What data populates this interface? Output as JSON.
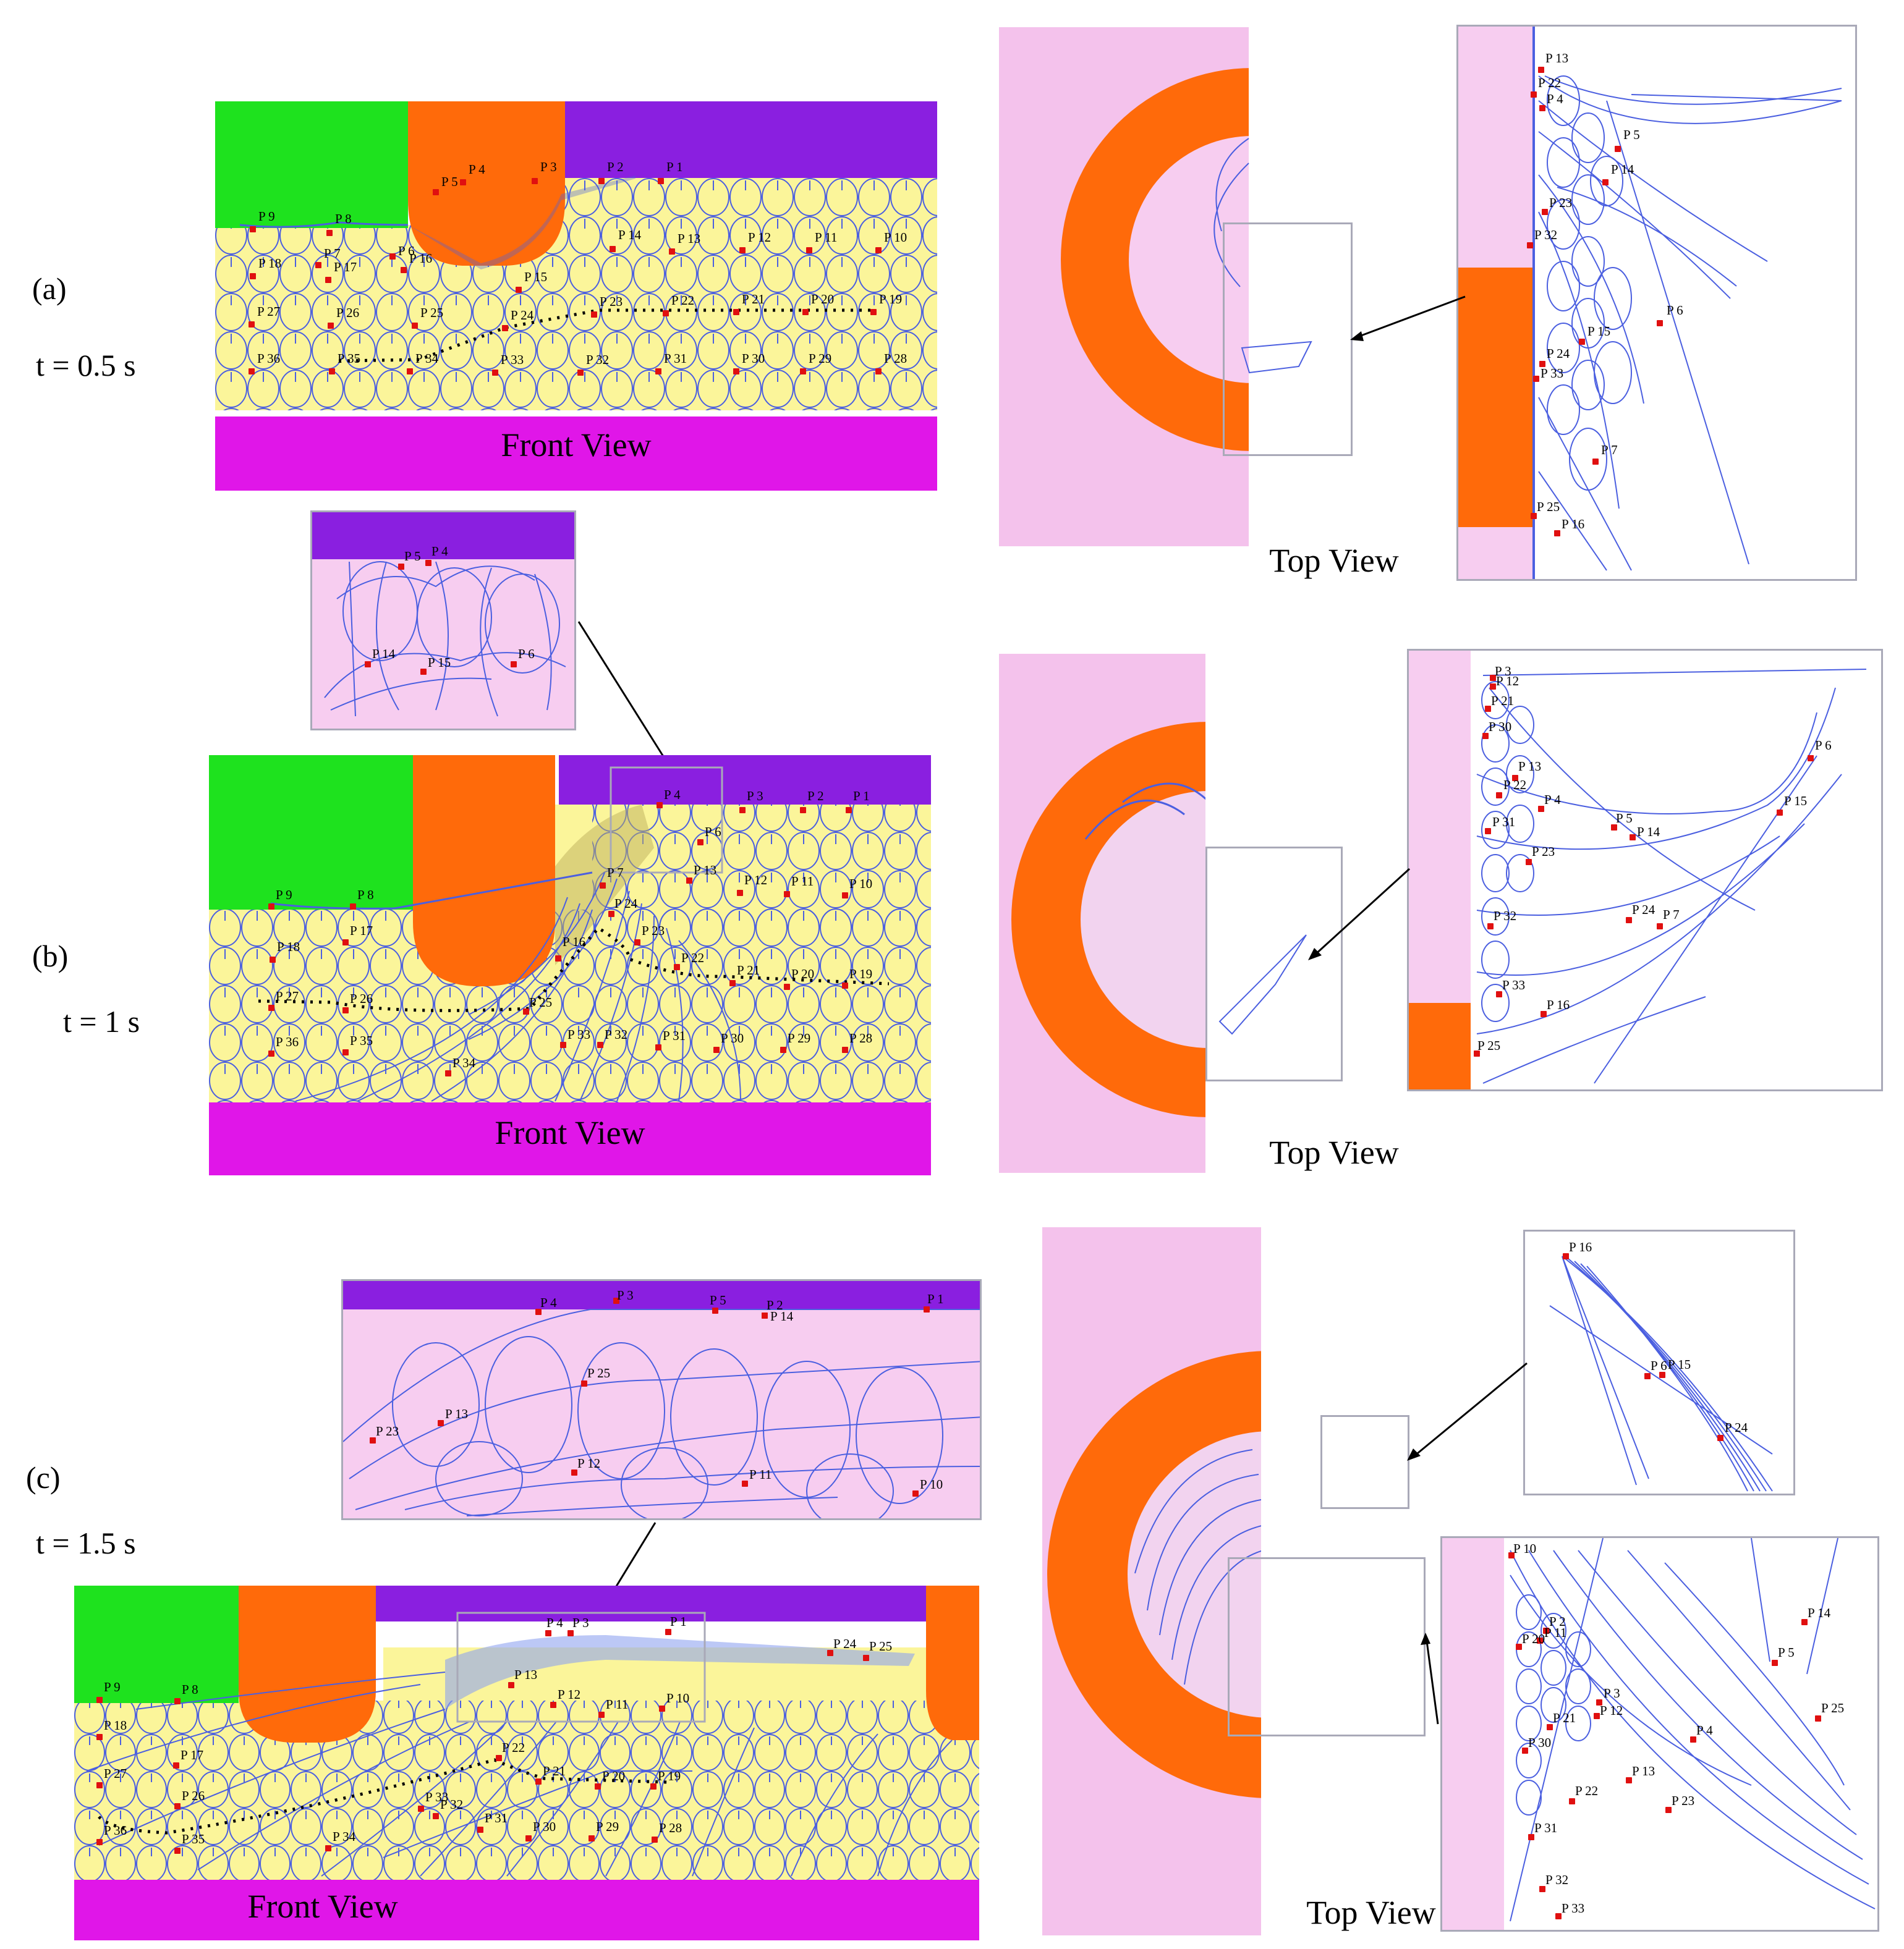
{
  "rows": [
    {
      "label": "(a)",
      "time": "t = 0.5 s",
      "front_view_caption": "Front View",
      "top_view_caption": "Top View",
      "front_points": [
        "P 1",
        "P 2",
        "P 3",
        "P 4",
        "P 5",
        "P 6",
        "P 7",
        "P 8",
        "P 9",
        "P 10",
        "P 11",
        "P 12",
        "P 13",
        "P 14",
        "P 15",
        "P 16",
        "P 17",
        "P 18",
        "P 19",
        "P 20",
        "P 21",
        "P 22",
        "P 23",
        "P 24",
        "P 25",
        "P 26",
        "P 27",
        "P 28",
        "P 29",
        "P 30",
        "P 31",
        "P 32",
        "P 33",
        "P 34",
        "P 35",
        "P 36"
      ],
      "top_zoom_points": [
        "P 13",
        "P 22",
        "P 4",
        "P 5",
        "P 14",
        "P 23",
        "P 32",
        "P 6",
        "P 15",
        "P 24",
        "P 33",
        "P 7",
        "P 25",
        "P 16"
      ]
    },
    {
      "label": "(b)",
      "time": "t = 1 s",
      "front_view_caption": "Front View",
      "top_view_caption": "Top View",
      "front_inset_points": [
        "P 5",
        "P 4",
        "P 14",
        "P 15",
        "P 6"
      ],
      "front_points": [
        "P 1",
        "P 2",
        "P 3",
        "P 4",
        "P 6",
        "P 7",
        "P 8",
        "P 9",
        "P 10",
        "P 11",
        "P 12",
        "P 13",
        "P 16",
        "P 17",
        "P 18",
        "P 19",
        "P 20",
        "P 21",
        "P 22",
        "P 23",
        "P 24",
        "P 25",
        "P 26",
        "P 27",
        "P 28",
        "P 29",
        "P 30",
        "P 31",
        "P 32",
        "P 33",
        "P 34",
        "P 35",
        "P 36"
      ],
      "top_zoom_points": [
        "P 3",
        "P 12",
        "P 21",
        "P 30",
        "P 13",
        "P 22",
        "P 4",
        "P 31",
        "P 5",
        "P 14",
        "P 6",
        "P 15",
        "P 23",
        "P 24",
        "P 7",
        "P 32",
        "P 33",
        "P 16",
        "P 25"
      ]
    },
    {
      "label": "(c)",
      "time": "t = 1.5 s",
      "front_view_caption": "Front View",
      "top_view_caption": "Top View",
      "front_inset_points": [
        "P 4",
        "P 3",
        "P 5",
        "P 2",
        "P 14",
        "P 1",
        "P 25",
        "P 23",
        "P 13",
        "P 12",
        "P 11",
        "P 10"
      ],
      "front_points": [
        "P 1",
        "P 3",
        "P 4",
        "P 8",
        "P 9",
        "P 10",
        "P 11",
        "P 12",
        "P 13",
        "P 17",
        "P 18",
        "P 19",
        "P 20",
        "P 21",
        "P 22",
        "P 24",
        "P 25",
        "P 26",
        "P 27",
        "P 28",
        "P 29",
        "P 30",
        "P 31",
        "P 32",
        "P 33",
        "P 34",
        "P 35",
        "P 36"
      ],
      "top_zoom_upper_points": [
        "P 16",
        "P 6",
        "P 15",
        "P 24"
      ],
      "top_zoom_lower_points": [
        "P 10",
        "P 2",
        "P 11",
        "P 20",
        "P 3",
        "P 12",
        "P 21",
        "P 30",
        "P 14",
        "P 5",
        "P 25",
        "P 4",
        "P 13",
        "P 22",
        "P 23",
        "P 31",
        "P 32",
        "P 33"
      ]
    }
  ],
  "colors": {
    "green_block": "#1ee21e",
    "orange_tool": "#ff6a0a",
    "purple_block": "#8a1fe0",
    "magenta_base": "#e016e8",
    "yellow_material": "#fbf59a",
    "pink_material": "#f7cdf0",
    "mesh_line": "#4b5fe0",
    "marker": "#e01010"
  }
}
